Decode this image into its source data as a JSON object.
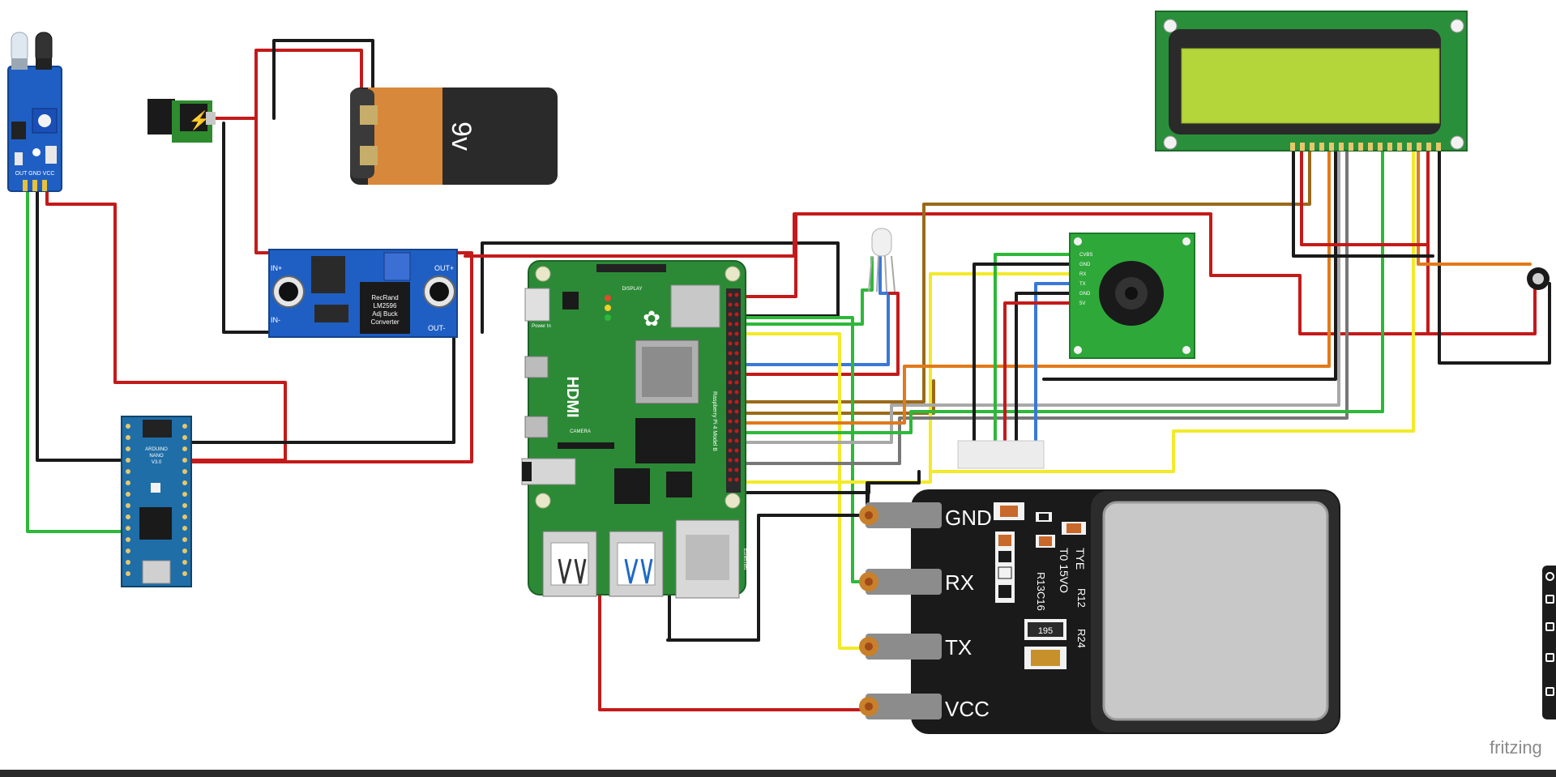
{
  "app": {
    "watermark": "fritzing"
  },
  "colors": {
    "wire_red": "#c41a1a",
    "wire_black": "#1a1a1a",
    "wire_green": "#2db83a",
    "wire_yellow": "#f2ea2a",
    "wire_blue": "#3a78d8",
    "wire_brown": "#9a6a1a",
    "wire_orange": "#e07a1a",
    "wire_grey": "#a8a8a8",
    "pcb_green": "#2e8b2e",
    "pcb_blue": "#1f5fc4",
    "lcd_screen": "#b5d63a"
  },
  "components": {
    "ir_sensor": {
      "pins": "OUT GND VCC"
    },
    "battery": {
      "label": "9v"
    },
    "buck_converter": {
      "title_line1": "RecRand",
      "title_line2": "LM2596",
      "title_line3": "Adj Buck",
      "title_line4": "Converter",
      "in_plus": "IN+",
      "in_minus": "IN-",
      "out_plus": "OUT+",
      "out_minus": "OUT-"
    },
    "arduino_nano": {
      "line1": "ARDUINO",
      "line2": "NANO",
      "line3": "V3.0"
    },
    "raspberry_pi": {
      "hdmi": "HDMI",
      "display": "DISPLAY",
      "camera": "CAMERA",
      "power_in": "Power In",
      "ethernet": "Ethernet",
      "model": "Raspberry Pi 4 Model B"
    },
    "camera_module": {
      "pins": [
        "CVBS",
        "GND",
        "RX",
        "TX",
        "GND",
        "5V"
      ]
    },
    "fingerprint_module": {
      "pin_labels": [
        "GND",
        "RX",
        "TX",
        "VCC"
      ],
      "silk": {
        "tye": "TYE",
        "t0": "T0 15VO",
        "r12": "R12",
        "r13": "R13",
        "c16": "C16",
        "r24": "R24",
        "code": "195"
      }
    }
  }
}
